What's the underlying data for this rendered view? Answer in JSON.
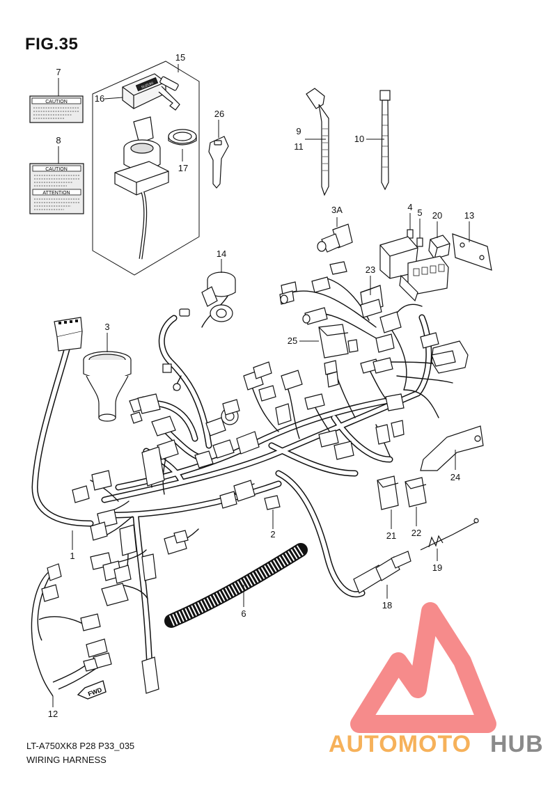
{
  "figure": {
    "title": "FIG.35",
    "code": "LT-A750XK8 P28 P33_035",
    "name": "WIRING HARNESS"
  },
  "labels": {
    "caution_1": "CAUTION",
    "caution_2": "CAUTION",
    "attention": "ATTENTION",
    "key_brand": "SUZUKI",
    "fwd": "FWD"
  },
  "callouts": {
    "p1": "1",
    "p2": "2",
    "p3": "3",
    "p3a": "3A",
    "p4": "4",
    "p5": "5",
    "p6": "6",
    "p7": "7",
    "p8": "8",
    "p9": "9",
    "p10": "10",
    "p11": "11",
    "p12": "12",
    "p13": "13",
    "p14": "14",
    "p15": "15",
    "p16": "16",
    "p17": "17",
    "p18": "18",
    "p19": "19",
    "p20": "20",
    "p21": "21",
    "p22": "22",
    "p23": "23",
    "p24": "24",
    "p25": "25",
    "p26": "26"
  },
  "watermark": {
    "part1": "AUTOMOTO",
    "part2": "HUB",
    "color_light": "#f6b15a",
    "color_dark": "#8a8a8a",
    "logo_color": "#ee2b2b"
  }
}
